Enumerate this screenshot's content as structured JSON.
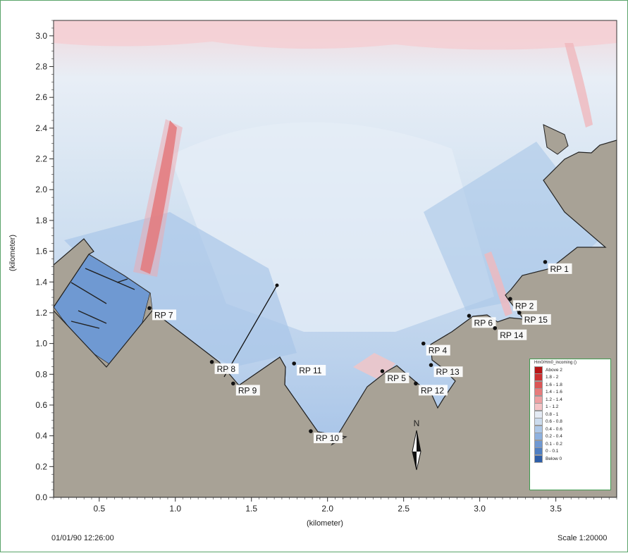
{
  "map": {
    "x_axis": {
      "title": "(kilometer)",
      "ticks": [
        "0.5",
        "1.0",
        "1.5",
        "2.0",
        "2.5",
        "3.0",
        "3.5"
      ],
      "range": [
        0.2,
        3.9
      ]
    },
    "y_axis": {
      "title": "(kilometer)",
      "ticks": [
        "0.0",
        "0.2",
        "0.4",
        "0.6",
        "0.8",
        "1.0",
        "1.2",
        "1.4",
        "1.6",
        "1.8",
        "2.0",
        "2.2",
        "2.4",
        "2.6",
        "2.8",
        "3.0"
      ],
      "range": [
        0.0,
        3.1
      ]
    },
    "north_label": "N",
    "points": [
      {
        "label": "RP 1",
        "x": 3.43,
        "y": 1.53
      },
      {
        "label": "RP 2",
        "x": 3.2,
        "y": 1.29
      },
      {
        "label": "RP 15",
        "x": 3.26,
        "y": 1.2
      },
      {
        "label": "RP 6",
        "x": 2.93,
        "y": 1.18
      },
      {
        "label": "RP 14",
        "x": 3.1,
        "y": 1.1
      },
      {
        "label": "RP 4",
        "x": 2.63,
        "y": 1.0
      },
      {
        "label": "RP 13",
        "x": 2.68,
        "y": 0.86
      },
      {
        "label": "RP 5",
        "x": 2.36,
        "y": 0.82
      },
      {
        "label": "RP 12",
        "x": 2.58,
        "y": 0.74
      },
      {
        "label": "RP 11",
        "x": 1.78,
        "y": 0.87
      },
      {
        "label": "RP 7",
        "x": 0.83,
        "y": 1.23
      },
      {
        "label": "RP 8",
        "x": 1.24,
        "y": 0.88
      },
      {
        "label": "RP 9",
        "x": 1.38,
        "y": 0.74
      },
      {
        "label": "RP 10",
        "x": 1.89,
        "y": 0.43
      }
    ],
    "colors": {
      "land": "#a8a296",
      "water_mid": "#c8dcf0",
      "water_light": "#e4edf6",
      "water_dark": "#7fa6d6",
      "water_deep": "#5580c0",
      "red_strong": "#d84a4a",
      "pink": "#f2c4c8"
    }
  },
  "legend": {
    "title": "Hm0/Hm0_incoming ()",
    "items": [
      {
        "label": "Above  2",
        "color": "#b81616"
      },
      {
        "label": "1.8 -  2",
        "color": "#cc3131"
      },
      {
        "label": "1.6 - 1.8",
        "color": "#db5656"
      },
      {
        "label": "1.4 - 1.6",
        "color": "#e67b7b"
      },
      {
        "label": "1.2 - 1.4",
        "color": "#eea0a2"
      },
      {
        "label": "1 - 1.2",
        "color": "#f4c4c6"
      },
      {
        "label": "0.8 -   1",
        "color": "#e4ebf4"
      },
      {
        "label": "0.6 - 0.8",
        "color": "#ccdcee"
      },
      {
        "label": "0.4 - 0.6",
        "color": "#adc8e8"
      },
      {
        "label": "0.2 - 0.4",
        "color": "#8db1df"
      },
      {
        "label": "0.1 - 0.2",
        "color": "#6f99d2"
      },
      {
        "label": "0 - 0.1",
        "color": "#4f7fc2"
      },
      {
        "label": "Below  0",
        "color": "#2e5ea8"
      }
    ]
  },
  "footer": {
    "timestamp": "01/01/90 12:26:00",
    "scale": "Scale 1:20000"
  }
}
